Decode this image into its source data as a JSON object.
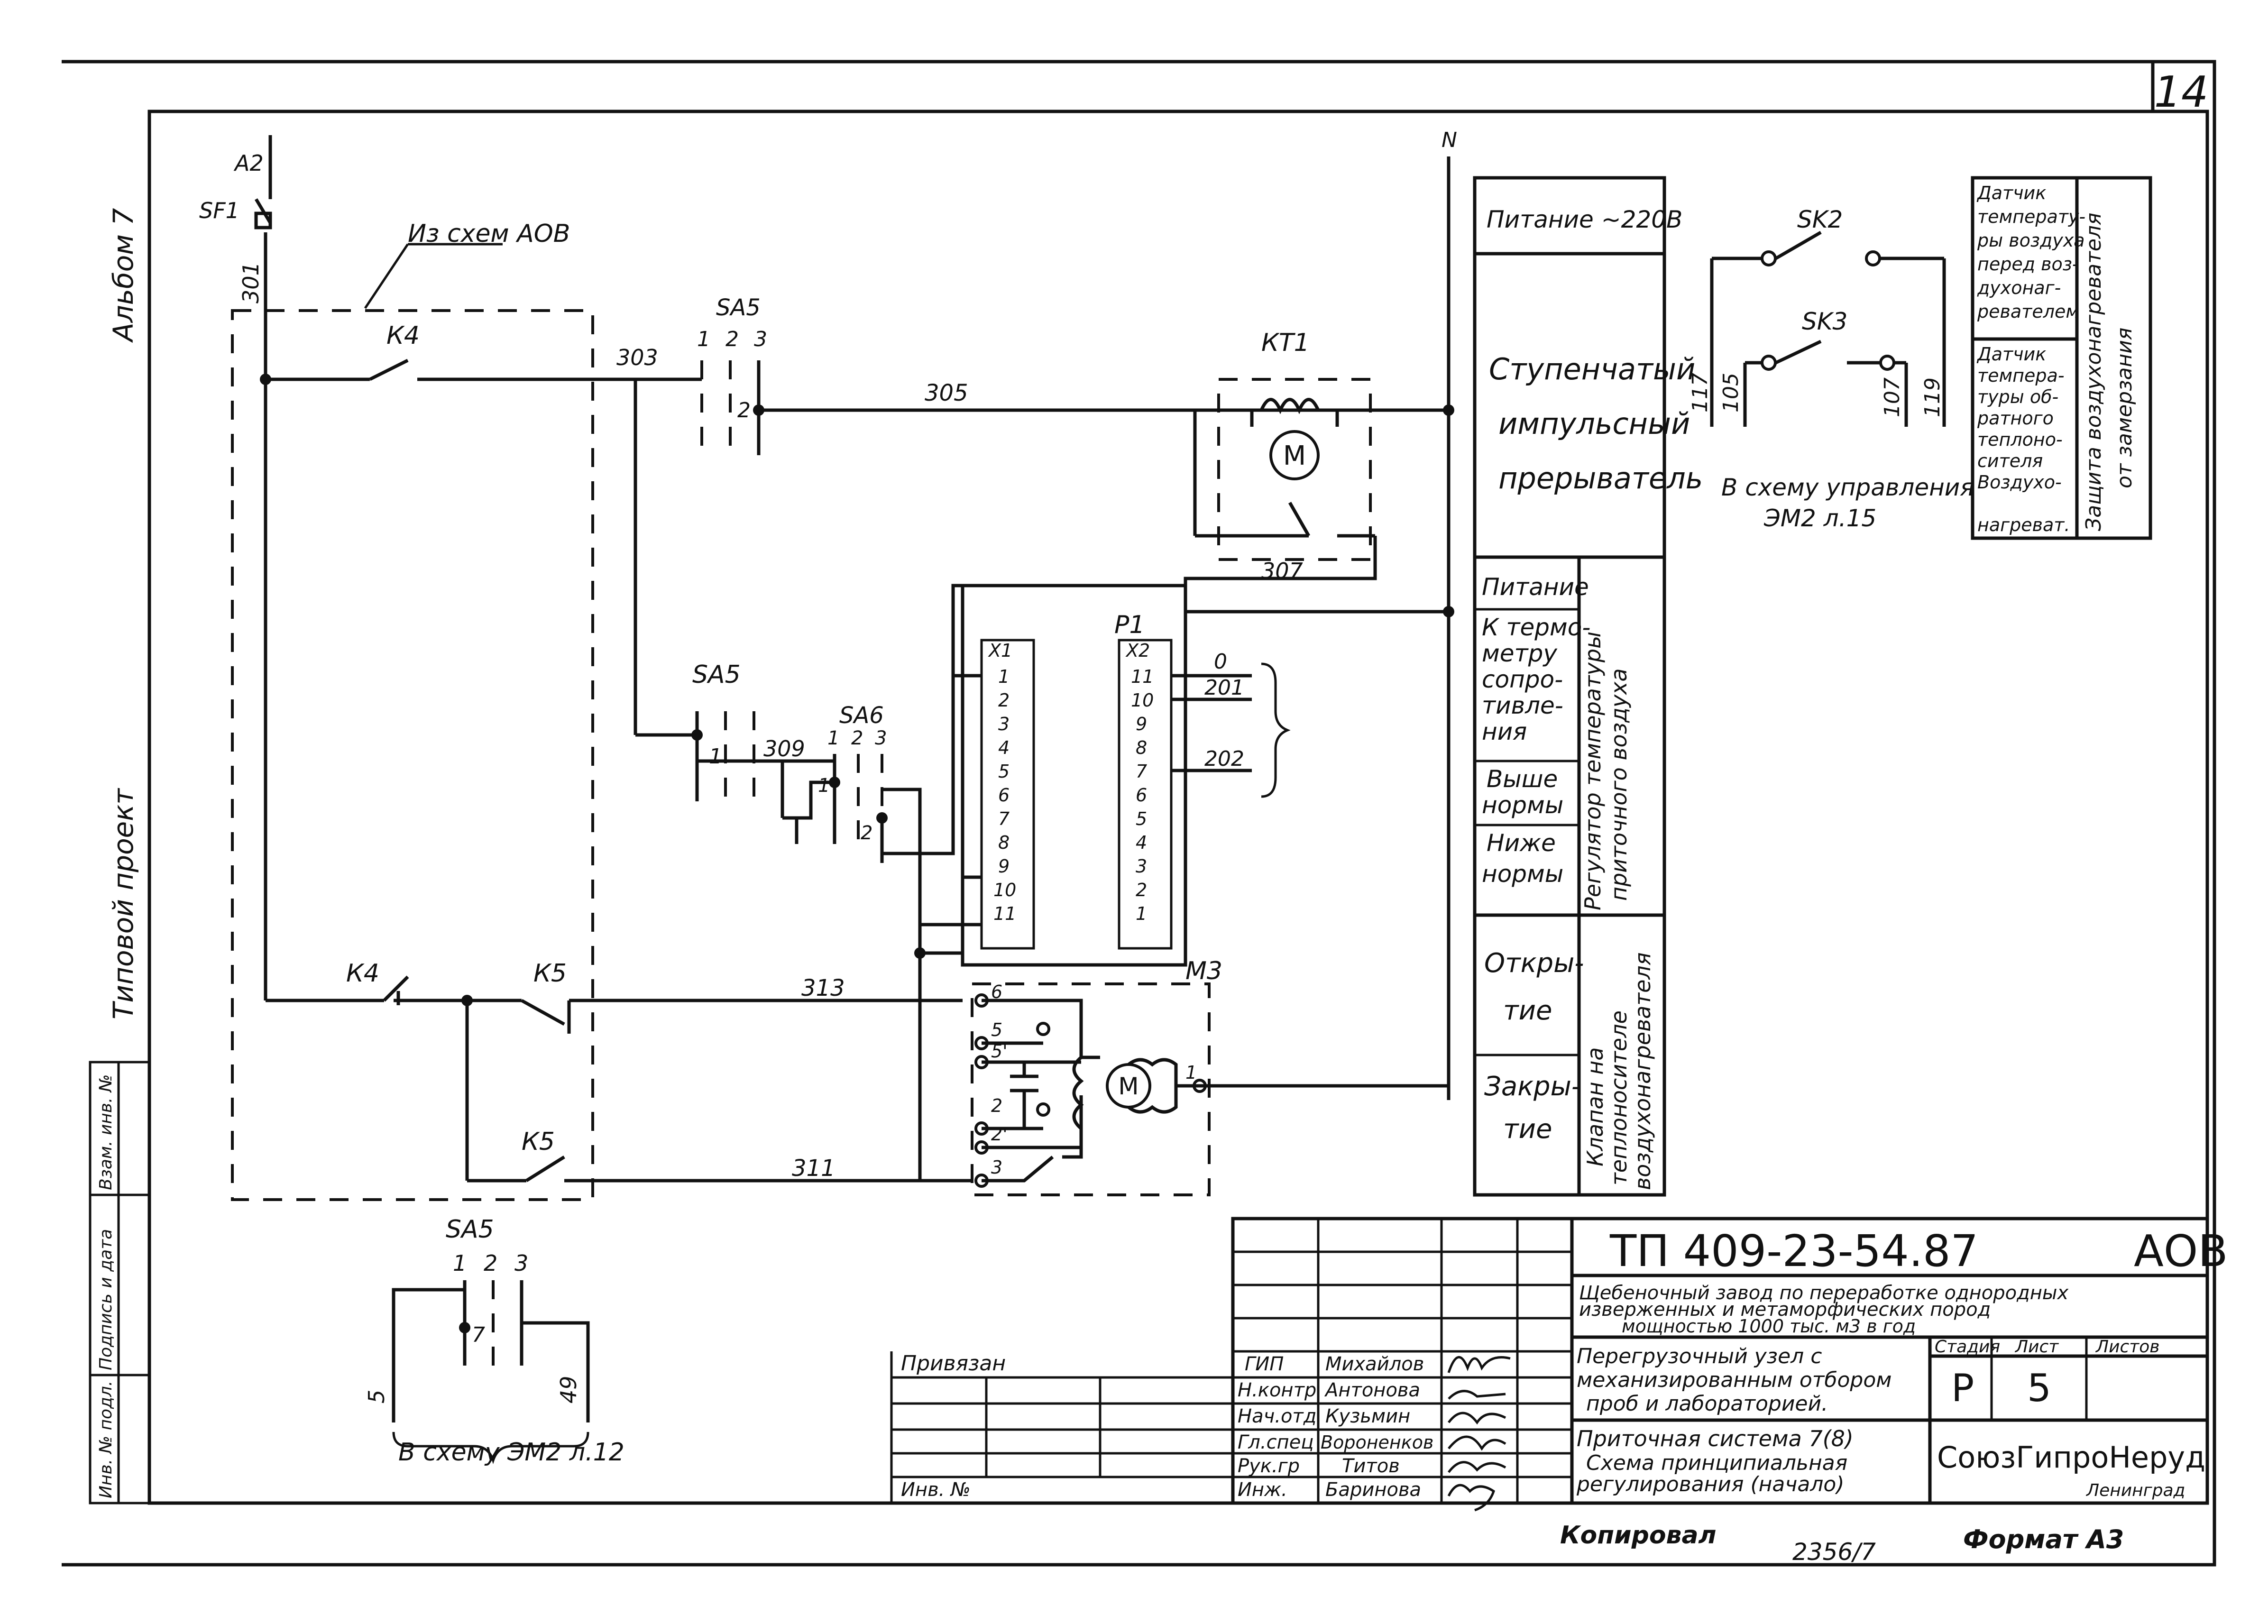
{
  "sheet": {
    "number": "14",
    "album": "Альбом 7",
    "project_type": "Типовой проект",
    "format": "Формат А3",
    "copied_by": "Копировал",
    "order_number": "2356/7"
  },
  "margin_stamp": {
    "fields": [
      "Инв. № подл.",
      "Подпись и дата",
      "Взам. инв. №"
    ]
  },
  "schematic": {
    "a2": "А2",
    "sf1": "SF1",
    "from_aob": "Из схем АОВ",
    "n": "N",
    "k4_top": "К4",
    "k4_bottom": "К4",
    "k5_mid": "К5",
    "k5_bottom": "К5",
    "sa5_top": "SA5",
    "sa5_mid": "SA5",
    "sa6": "SA6",
    "sa5_bottom": "SA5",
    "kt1": "КТ1",
    "p1": "Р1",
    "m3": "М3",
    "motor": "М",
    "wires": {
      "w301": "301",
      "w303": "303",
      "w305": "305",
      "w307": "307",
      "w309": "309",
      "w311": "311",
      "w313": "313",
      "w0": "0",
      "w201": "201",
      "w202": "202",
      "w5": "5",
      "w49": "49",
      "w117": "117",
      "w105": "105",
      "w107": "107",
      "w119": "119"
    },
    "switch_positions": [
      "1",
      "2",
      "3"
    ],
    "pos_2": "2",
    "pos_1": "1",
    "pos_7": "7",
    "p1_left_header": "Х1",
    "p1_right_header": "Х2",
    "p1_left_terms": [
      "1",
      "2",
      "3",
      "4",
      "5",
      "6",
      "7",
      "8",
      "9",
      "10",
      "11"
    ],
    "p1_right_terms": [
      "11",
      "10",
      "9",
      "8",
      "7",
      "6",
      "5",
      "4",
      "3",
      "2",
      "1"
    ],
    "m3_terms": [
      "6",
      "5",
      "5'",
      "2",
      "2'",
      "3",
      "1"
    ],
    "sk2": "SK2",
    "sk3": "SK3",
    "to_em2_12": "В схему ЭМ2 л.12",
    "to_em2_15_line1": "В схему управления",
    "to_em2_15_line2": "ЭМ2  л.15"
  },
  "legend": {
    "power": "Питание ~220В",
    "stepper_1": "Ступенчатый",
    "stepper_2": "импульсный",
    "stepper_3": "прерыватель",
    "reg_power": "Питание",
    "reg_thermo": [
      "К термо-",
      "метру",
      "сопро-",
      "тивле-",
      "ния"
    ],
    "above": [
      "Выше",
      "нормы"
    ],
    "below": [
      "Ниже",
      "нормы"
    ],
    "regulator_caption": [
      "Регулятор температуры",
      "приточного воздуха"
    ],
    "open": [
      "Откры-",
      "тие"
    ],
    "close": [
      "Закры-",
      "тие"
    ],
    "valve_caption": [
      "Клапан на",
      "теплоносителе",
      "воздухонагревателя"
    ]
  },
  "sensors": {
    "sensor1": [
      "Датчик",
      "температу-",
      "ры воздуха",
      "перед воз-",
      "духонаг-",
      "ревателем"
    ],
    "sensor2": [
      "Датчик",
      "темпера-",
      "туры об-",
      "ратного",
      "теплоно-",
      "сителя",
      "Воздухо-",
      "нагреват."
    ],
    "protection": [
      "Защита воздухонагревателя",
      "от замерзания"
    ]
  },
  "title_block": {
    "code": "ТП 409-23-54.87",
    "mark": "АОВ",
    "desc_1": "Щебеночный завод по переработке однородных",
    "desc_2": "изверженных и метаморфических пород",
    "desc_3": "мощностью 1000 тыс. м3 в год",
    "obj_1": "Перегрузочный узел с",
    "obj_2": "механизированным отбором",
    "obj_3": "проб и лабораторией.",
    "sheet_1": "Приточная система 7(8)",
    "sheet_2": "Схема принципиальная",
    "sheet_3": "регулирования (начало)",
    "stage_label": "Стадия",
    "sheet_label": "Лист",
    "sheets_label": "Листов",
    "stage": "Р",
    "sheet": "5",
    "org": "СоюзГипроНеруд",
    "city": "Ленинград",
    "tied": "Привязан",
    "inv_no": "Инв. №",
    "roles": [
      "ГИП",
      "Н.контр",
      "Нач.отд",
      "Гл.спец",
      "Рук.гр",
      "Инж."
    ],
    "names": [
      "Михайлов",
      "Антонова",
      "Кузьмин",
      "Вороненков",
      "Титов",
      "Баринова"
    ]
  }
}
